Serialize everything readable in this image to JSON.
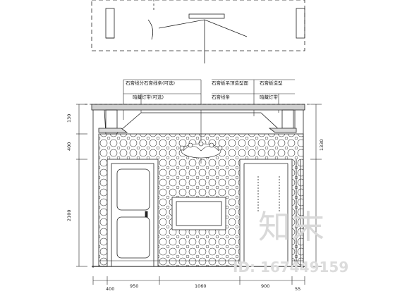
{
  "annotations": {
    "top_left_1": "石膏线分石膏线条(可选)",
    "top_left_2": "暗藏灯带(可选)",
    "top_right_1": "石膏板吊顶造型面",
    "top_right_2": "石膏线条",
    "top_right_3": "石膏板造型",
    "top_right_4": "暗藏灯带"
  },
  "dimensions": {
    "left_top": "130",
    "left_mid": "400",
    "left_bottom": "2100",
    "right_top": "1330",
    "bottom_1": "400",
    "bottom_2": "950",
    "bottom_3": "1060",
    "bottom_4": "900",
    "bottom_5": "55"
  },
  "watermark": {
    "logo": "知末",
    "id": "ID: 167449159"
  }
}
